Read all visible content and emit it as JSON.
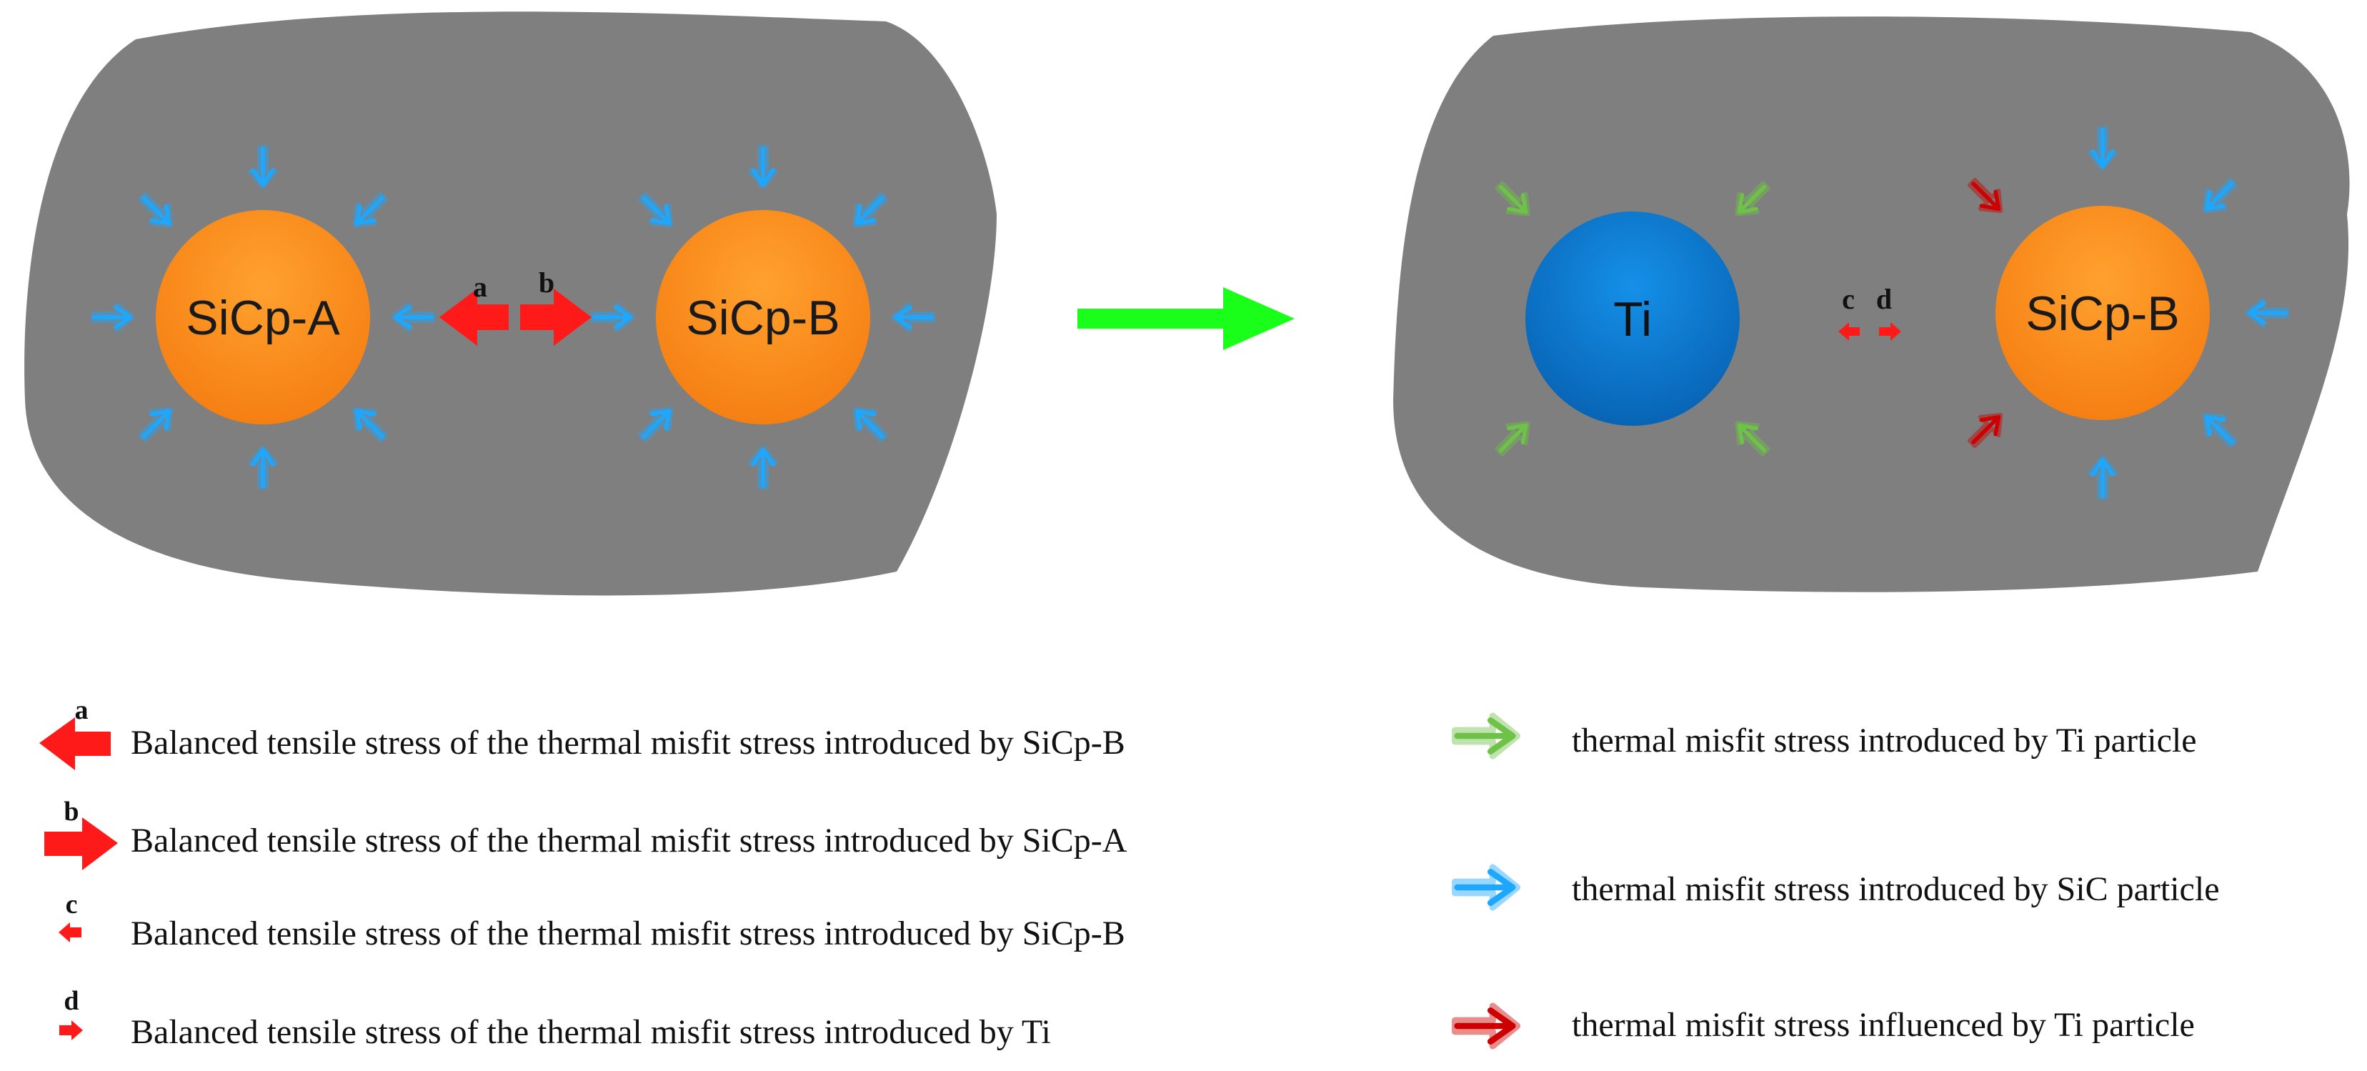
{
  "colors": {
    "matrix": "#7f7f7f",
    "sic_particle": "#ff8c1a",
    "ti_particle": "#0a78d0",
    "sic_arrow": "#1ea7ff",
    "ti_arrow": "#6fc248",
    "influenced_arrow": "#cc0000",
    "tensile_arrow": "#ff1a1a",
    "transition_arrow": "#1aff1a"
  },
  "left_panel": {
    "particle_a": "SiCp-A",
    "particle_b": "SiCp-B",
    "label_a": "a",
    "label_b": "b"
  },
  "right_panel": {
    "particle_ti": "Ti",
    "particle_b": "SiCp-B",
    "label_c": "c",
    "label_d": "d"
  },
  "legend": {
    "left": [
      {
        "letter": "a",
        "text": "Balanced tensile stress of the thermal misfit stress introduced by SiCp-B",
        "arrow_icon": "large-left-arrow-icon"
      },
      {
        "letter": "b",
        "text": "Balanced tensile stress of the thermal misfit stress introduced by SiCp-A",
        "arrow_icon": "large-right-arrow-icon"
      },
      {
        "letter": "c",
        "text": "Balanced tensile stress of the thermal misfit stress introduced by SiCp-B",
        "arrow_icon": "small-left-arrow-icon"
      },
      {
        "letter": "d",
        "text": "Balanced tensile stress of the thermal misfit stress introduced by Ti",
        "arrow_icon": "small-right-arrow-icon"
      }
    ],
    "right": [
      {
        "text": "thermal misfit stress introduced by Ti particle",
        "arrow_icon": "green-arrow-icon"
      },
      {
        "text": "thermal misfit stress introduced by SiC particle",
        "arrow_icon": "blue-arrow-icon"
      },
      {
        "text": "thermal misfit stress influenced by Ti particle",
        "arrow_icon": "red-arrow-icon"
      }
    ]
  }
}
